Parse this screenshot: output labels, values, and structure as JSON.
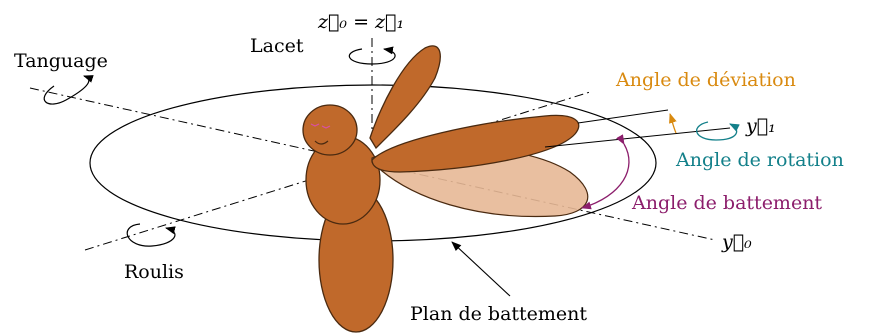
{
  "labels": {
    "lacet": "Lacet",
    "tangage": "Tanguage",
    "roulis": "Roulis",
    "deviation": "Angle de déviation",
    "rotation": "Angle de rotation",
    "battement": "Angle de battement",
    "plan": "Plan de battement"
  },
  "axes": {
    "z_top": "z⃗₀ = z⃗₁",
    "y1": "y⃗₁",
    "y0": "y⃗₀"
  },
  "colors": {
    "body": "#c0692b",
    "outline": "#4a2a10",
    "wing_translucent": "#e7b896",
    "deviation": "#d98a10",
    "rotation": "#13808a",
    "battement": "#8c1e6c",
    "eyes": "#d94fa8"
  }
}
